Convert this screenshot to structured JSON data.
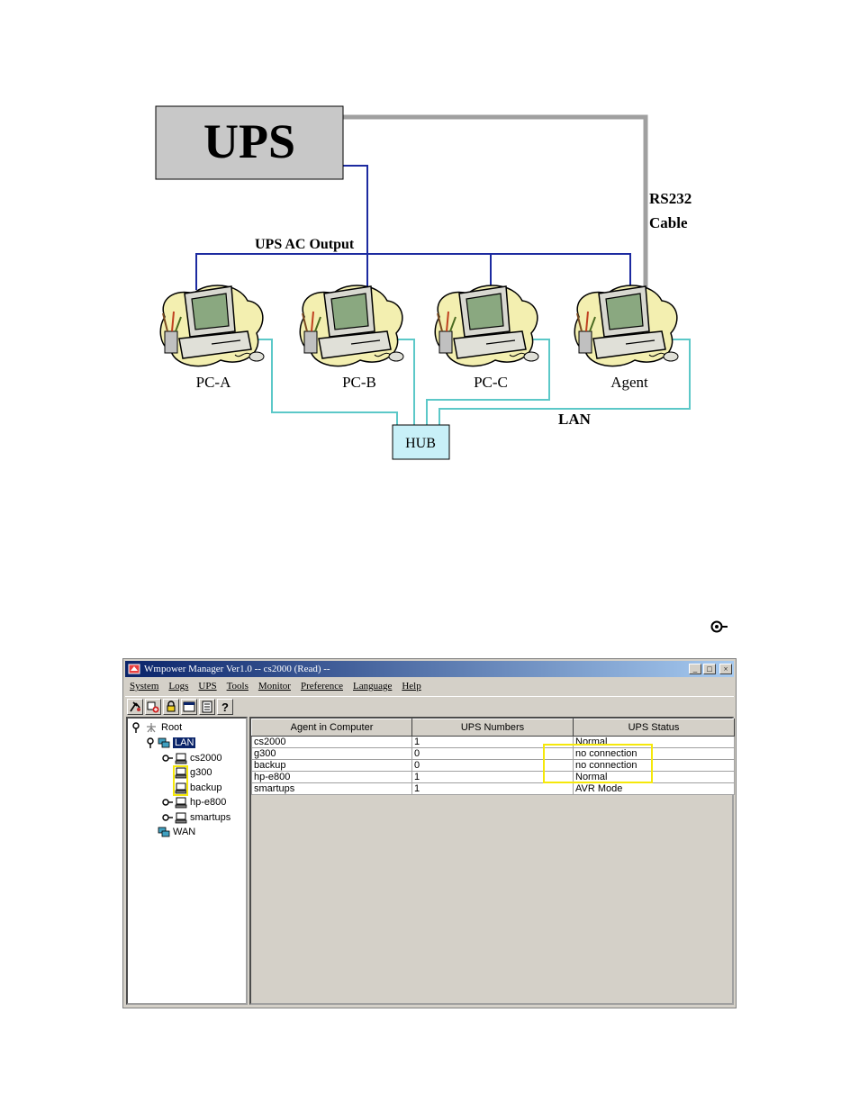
{
  "diagram": {
    "ups_label": "UPS",
    "rs232_label_line1": "RS232",
    "rs232_label_line2": "Cable",
    "ac_output_label": "UPS AC Output",
    "lan_label": "LAN",
    "hub_label": "HUB",
    "computers": [
      {
        "label": "PC-A"
      },
      {
        "label": "PC-B"
      },
      {
        "label": "PC-C"
      },
      {
        "label": "Agent"
      }
    ],
    "colors": {
      "power_line": "#1c2aa0",
      "lan_line": "#5cc8c8",
      "rs232_line": "#a0a0a0",
      "ups_fill": "#c8c8c8",
      "hub_fill": "#c8f0f8"
    }
  },
  "app": {
    "title": "Wmpower Manager Ver1.0 -- cs2000 (Read) --",
    "window_buttons": [
      "_",
      "□",
      "×"
    ],
    "menu": [
      {
        "label": "System"
      },
      {
        "label": "Logs"
      },
      {
        "label": "UPS"
      },
      {
        "label": "Tools"
      },
      {
        "label": "Monitor"
      },
      {
        "label": "Preference"
      },
      {
        "label": "Language"
      },
      {
        "label": "Help"
      }
    ],
    "toolbar_icons": [
      "connect-icon",
      "add-icon",
      "lock-icon",
      "window-icon",
      "list-icon",
      "help-icon"
    ],
    "tree": {
      "root": "Root",
      "lan": "LAN",
      "lan_children": [
        "cs2000",
        "g300",
        "backup",
        "hp-e800",
        "smartups"
      ],
      "wan": "WAN"
    },
    "table": {
      "columns": [
        "Agent in Computer",
        "UPS Numbers",
        "UPS Status"
      ],
      "rows": [
        {
          "agent": "cs2000",
          "ups_numbers": "1",
          "status": "Normal"
        },
        {
          "agent": "g300",
          "ups_numbers": "0",
          "status": "no connection"
        },
        {
          "agent": "backup",
          "ups_numbers": "0",
          "status": "no connection"
        },
        {
          "agent": "hp-e800",
          "ups_numbers": "1",
          "status": "Normal"
        },
        {
          "agent": "smartups",
          "ups_numbers": "1",
          "status": "AVR Mode"
        }
      ]
    },
    "colors": {
      "title_start": "#0a246a",
      "title_end": "#a6caf0",
      "highlight": "#f5e80a",
      "face": "#d4d0c8"
    }
  }
}
